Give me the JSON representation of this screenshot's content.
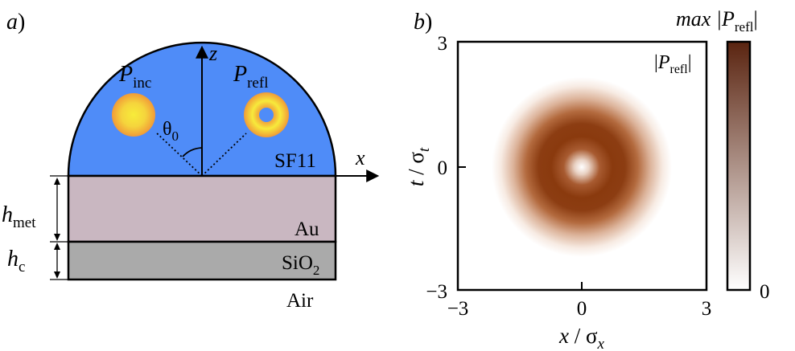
{
  "panel_a": {
    "label": "a",
    "label_paren": ")",
    "z_axis": "z",
    "x_axis": "x",
    "p_inc": {
      "main": "P",
      "sub": "inc"
    },
    "p_refl": {
      "main": "P",
      "sub": "refl"
    },
    "theta": {
      "main": "θ",
      "sub": "0"
    },
    "prism_label": "SF11",
    "metal_label": "Au",
    "oxide_label": {
      "main": "SiO",
      "sub": "2"
    },
    "air_label": "Air",
    "h_met": {
      "main": "h",
      "sub": "met"
    },
    "h_c": {
      "main": "h",
      "sub": "c"
    },
    "colors": {
      "prism": "#4f8cf8",
      "metal": "#c9b7c1",
      "oxide": "#aaaaaa",
      "beam_outer": "#f1a43a",
      "beam_inner": "#f6e53a",
      "donut_hole": "#4f8cf8"
    }
  },
  "panel_b": {
    "label": "b",
    "label_paren": ")",
    "inset_label": {
      "prefix": "|",
      "main": "P",
      "sub": "refl",
      "suffix": "|"
    },
    "x_axis": {
      "main": "x",
      "sep": " / σ",
      "sub": "x"
    },
    "y_axis": {
      "main": "t",
      "sep": " / σ",
      "sub": "t"
    },
    "x_ticks": [
      "−3",
      "0",
      "3"
    ],
    "y_ticks": [
      "3",
      "0",
      "−3"
    ],
    "colorbar": {
      "top_label": {
        "prefix": "max |",
        "main": "P",
        "sub": "refl",
        "suffix": "|"
      },
      "bottom_label": "0",
      "colors": [
        "#ffffff",
        "#5a2410"
      ]
    },
    "ring_color": "#8a3a0e"
  },
  "chart_data": {
    "type": "heatmap",
    "x_range": [
      -3,
      3
    ],
    "y_range": [
      -3,
      3
    ],
    "x_ticks": [
      -3,
      0,
      3
    ],
    "y_ticks": [
      -3,
      0,
      3
    ],
    "pattern": "donut",
    "ring_radius": 1.2,
    "center_value": 0
  }
}
